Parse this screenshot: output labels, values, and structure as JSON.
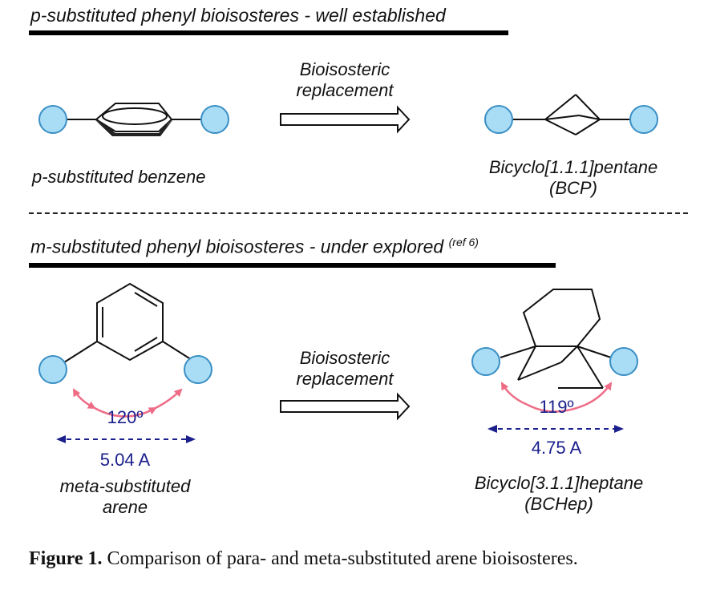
{
  "top_section": {
    "heading": "p-substituted phenyl bioisosteres - well established",
    "arrow_label_line1": "Bioisosteric",
    "arrow_label_line2": "replacement",
    "left_label": "p-substituted benzene",
    "right_label_line1": "Bicyclo[1.1.1]pentane",
    "right_label_line2": "(BCP)"
  },
  "bottom_section": {
    "heading": "m-substituted phenyl bioisosteres - under explored",
    "heading_superscript": "(ref 6)",
    "arrow_label_line1": "Bioisosteric",
    "arrow_label_line2": "replacement",
    "left_angle": "120º",
    "left_distance": "5.04 A",
    "left_label_line1": "meta-substituted",
    "left_label_line2": "arene",
    "right_angle": "119º",
    "right_distance": "4.75 A",
    "right_label_line1": "Bicyclo[3.1.1]heptane",
    "right_label_line2": "(BCHep)"
  },
  "caption": {
    "figure_label": "Figure 1.",
    "text": "Comparison of para- and meta-substituted arene bioisosteres."
  },
  "colors": {
    "substituent_fill": "#a9dcf5",
    "substituent_stroke": "#3a8fc5",
    "angle_arrow": "#ee6c86",
    "distance_arrow": "#1a1f8c",
    "measurement_text": "#1a1f8c"
  }
}
